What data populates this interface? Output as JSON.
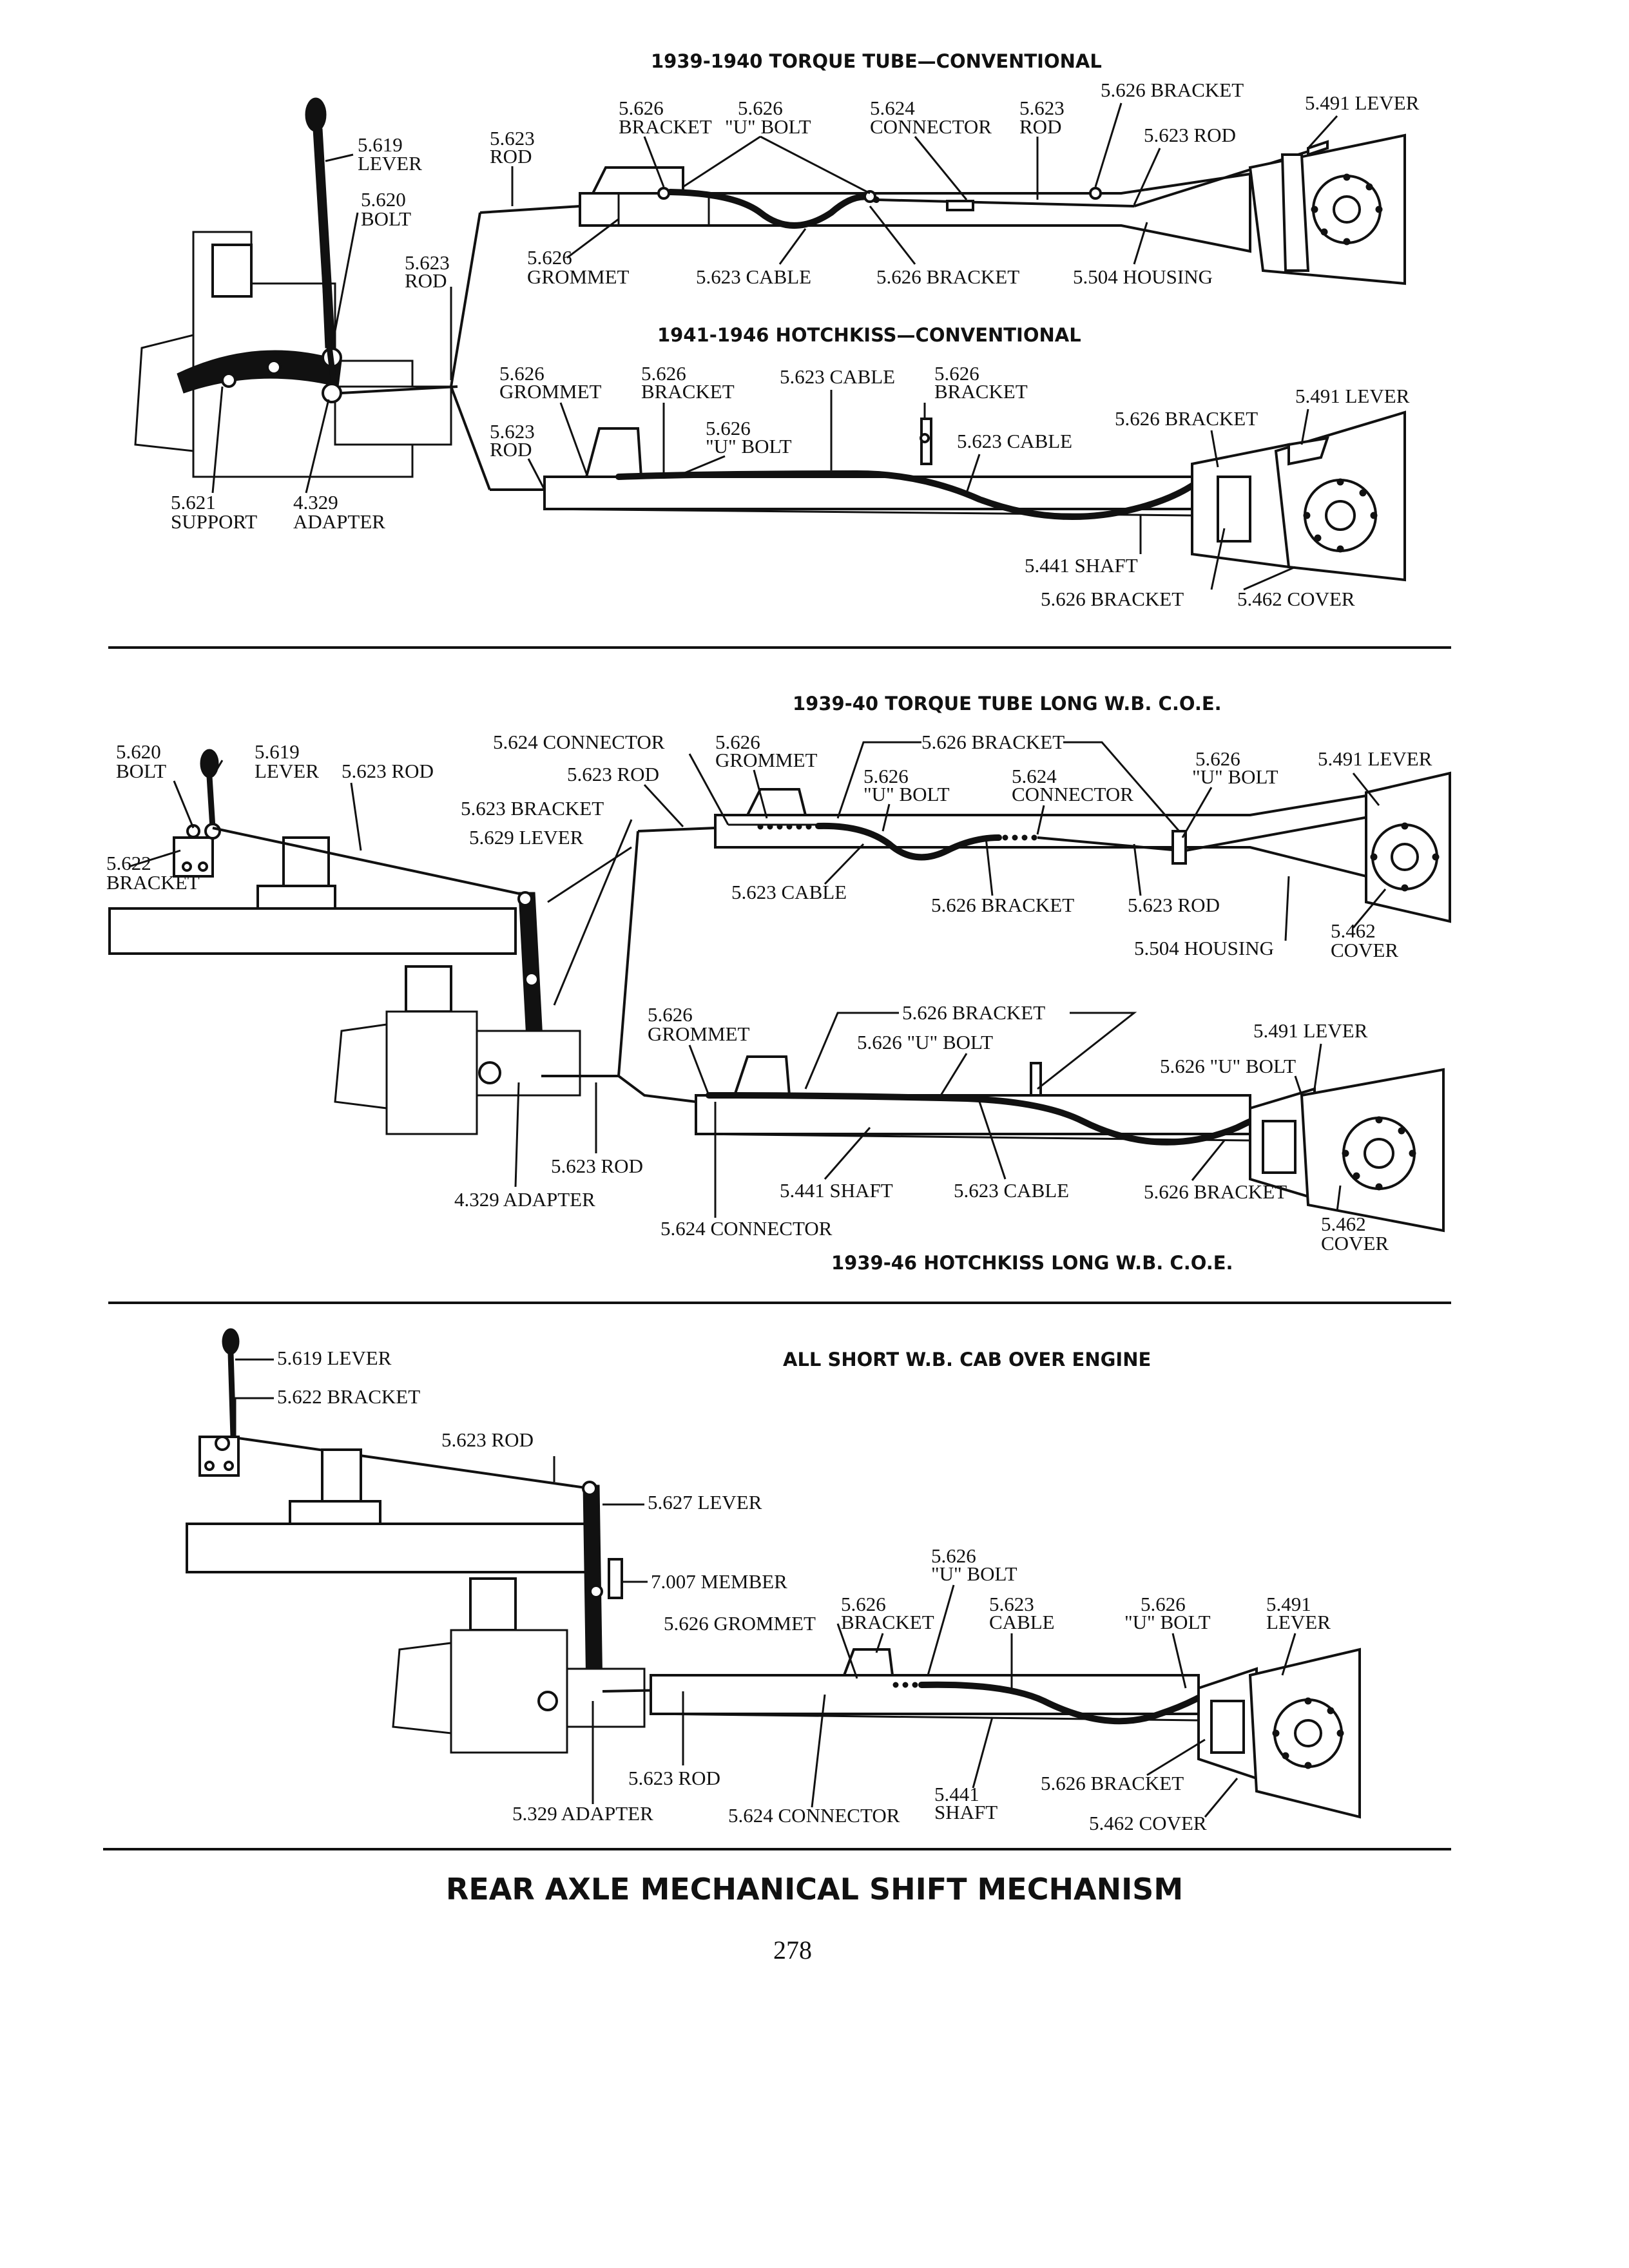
{
  "sections": [
    {
      "title": "1939-1940 TORQUE TUBE—CONVENTIONAL",
      "labels": [
        {
          "line1": "5.619",
          "line2": "LEVER"
        },
        {
          "line1": "5.620",
          "line2": "BOLT"
        },
        {
          "line1": "5.623",
          "line2": "ROD"
        },
        {
          "line1": "5.623",
          "line2": "ROD"
        },
        {
          "line1": "5.626",
          "line2": "BRACKET"
        },
        {
          "line1": "5.626",
          "line2": "\"U\" BOLT"
        },
        {
          "line1": "5.624",
          "line2": "CONNECTOR"
        },
        {
          "line1": "5.623",
          "line2": "ROD"
        },
        {
          "line1": "5.626 BRACKET",
          "line2": ""
        },
        {
          "line1": "5.623 ROD",
          "line2": ""
        },
        {
          "line1": "5.491 LEVER",
          "line2": ""
        },
        {
          "line1": "5.626",
          "line2": "GROMMET"
        },
        {
          "line1": "5.623 CABLE",
          "line2": ""
        },
        {
          "line1": "5.626 BRACKET",
          "line2": ""
        },
        {
          "line1": "5.504 HOUSING",
          "line2": ""
        },
        {
          "line1": "5.621",
          "line2": "SUPPORT"
        },
        {
          "line1": "4.329",
          "line2": "ADAPTER"
        }
      ]
    },
    {
      "title": "1941-1946 HOTCHKISS—CONVENTIONAL",
      "labels": [
        {
          "line1": "5.626",
          "line2": "GROMMET"
        },
        {
          "line1": "5.626",
          "line2": "BRACKET"
        },
        {
          "line1": "5.623 CABLE",
          "line2": ""
        },
        {
          "line1": "5.626",
          "line2": "BRACKET"
        },
        {
          "line1": "5.491 LEVER",
          "line2": ""
        },
        {
          "line1": "5.626 BRACKET",
          "line2": ""
        },
        {
          "line1": "5.623",
          "line2": "ROD"
        },
        {
          "line1": "5.626",
          "line2": "\"U\" BOLT"
        },
        {
          "line1": "5.623 CABLE",
          "line2": ""
        },
        {
          "line1": "5.441 SHAFT",
          "line2": ""
        },
        {
          "line1": "5.626 BRACKET",
          "line2": ""
        },
        {
          "line1": "5.462 COVER",
          "line2": ""
        }
      ]
    },
    {
      "title": "1939-40 TORQUE TUBE LONG W.B. C.O.E.",
      "labels": [
        {
          "line1": "5.620",
          "line2": "BOLT"
        },
        {
          "line1": "5.619",
          "line2": "LEVER"
        },
        {
          "line1": "5.623 ROD",
          "line2": ""
        },
        {
          "line1": "5.624 CONNECTOR",
          "line2": ""
        },
        {
          "line1": "5.626",
          "line2": "GROMMET"
        },
        {
          "line1": "5.626 BRACKET",
          "line2": ""
        },
        {
          "line1": "5.626",
          "line2": "\"U\" BOLT"
        },
        {
          "line1": "5.491 LEVER",
          "line2": ""
        },
        {
          "line1": "5.623 ROD",
          "line2": ""
        },
        {
          "line1": "5.626",
          "line2": "\"U\" BOLT"
        },
        {
          "line1": "5.624",
          "line2": "CONNECTOR"
        },
        {
          "line1": "5.623 BRACKET",
          "line2": ""
        },
        {
          "line1": "5.629 LEVER",
          "line2": ""
        },
        {
          "line1": "5.622",
          "line2": "BRACKET"
        },
        {
          "line1": "5.623 CABLE",
          "line2": ""
        },
        {
          "line1": "5.626 BRACKET",
          "line2": ""
        },
        {
          "line1": "5.623 ROD",
          "line2": ""
        },
        {
          "line1": "5.462",
          "line2": "COVER"
        },
        {
          "line1": "5.504 HOUSING",
          "line2": ""
        }
      ]
    },
    {
      "title": "1939-46 HOTCHKISS LONG W.B. C.O.E.",
      "labels": [
        {
          "line1": "5.626",
          "line2": "GROMMET"
        },
        {
          "line1": "5.626 BRACKET",
          "line2": ""
        },
        {
          "line1": "5.626 \"U\" BOLT",
          "line2": ""
        },
        {
          "line1": "5.491 LEVER",
          "line2": ""
        },
        {
          "line1": "5.626 \"U\" BOLT",
          "line2": ""
        },
        {
          "line1": "5.623 ROD",
          "line2": ""
        },
        {
          "line1": "4.329 ADAPTER",
          "line2": ""
        },
        {
          "line1": "5.441 SHAFT",
          "line2": ""
        },
        {
          "line1": "5.623 CABLE",
          "line2": ""
        },
        {
          "line1": "5.626 BRACKET",
          "line2": ""
        },
        {
          "line1": "5.624 CONNECTOR",
          "line2": ""
        },
        {
          "line1": "5.462",
          "line2": "COVER"
        }
      ]
    },
    {
      "title": "ALL SHORT W.B. CAB OVER ENGINE",
      "labels": [
        {
          "line1": "5.619 LEVER",
          "line2": ""
        },
        {
          "line1": "5.622 BRACKET",
          "line2": ""
        },
        {
          "line1": "5.623 ROD",
          "line2": ""
        },
        {
          "line1": "5.627 LEVER",
          "line2": ""
        },
        {
          "line1": "7.007 MEMBER",
          "line2": ""
        },
        {
          "line1": "5.626",
          "line2": "\"U\" BOLT"
        },
        {
          "line1": "5.626 GROMMET",
          "line2": ""
        },
        {
          "line1": "5.626",
          "line2": "BRACKET"
        },
        {
          "line1": "5.623",
          "line2": "CABLE"
        },
        {
          "line1": "5.626",
          "line2": "\"U\" BOLT"
        },
        {
          "line1": "5.491",
          "line2": "LEVER"
        },
        {
          "line1": "5.623 ROD",
          "line2": ""
        },
        {
          "line1": "5.626 BRACKET",
          "line2": ""
        },
        {
          "line1": "5.329 ADAPTER",
          "line2": ""
        },
        {
          "line1": "5.624 CONNECTOR",
          "line2": ""
        },
        {
          "line1": "5.441",
          "line2": "SHAFT"
        },
        {
          "line1": "5.462 COVER",
          "line2": ""
        }
      ]
    }
  ],
  "caption": "REAR AXLE MECHANICAL SHIFT MECHANISM",
  "page_number": "278"
}
